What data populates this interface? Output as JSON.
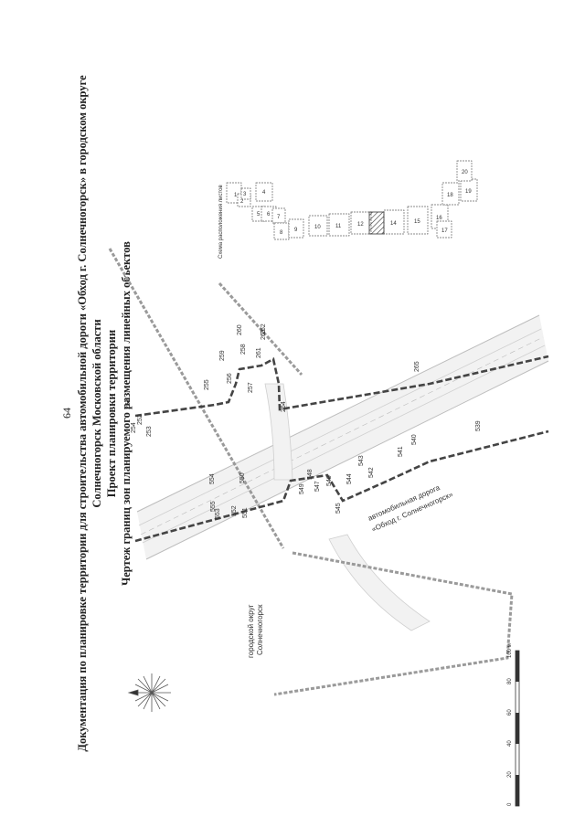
{
  "page_number": "64",
  "title_lines": [
    "Документация по планировке территории для строительства автомобильной дороги «Обход г. Солнечногорск» в городском округе",
    "Солнечногорск Московской области",
    "Проект планировки территории",
    "Чертеж границ зон планируемого размещения линейных объектов"
  ],
  "road_label_line1": "автомобильная дорога",
  "road_label_line2": "«Обход г. Солнечногорск»",
  "area_label_line1": "городской округ",
  "area_label_line2": "Солнечногорск",
  "scale_labels": [
    "0",
    "20",
    "40",
    "60",
    "80",
    "100 м"
  ],
  "sheet_scheme": {
    "title": "Схема расположения листов",
    "sheets": [
      "1",
      "2",
      "3",
      "4",
      "5",
      "6",
      "7",
      "8",
      "9",
      "10",
      "11",
      "12",
      "13",
      "14",
      "15",
      "16",
      "17",
      "18",
      "19",
      "20"
    ],
    "current_sheet": "13"
  },
  "boundary_points": [
    "251",
    "252",
    "254",
    "253",
    "256",
    "255",
    "258",
    "259",
    "260",
    "262",
    "261",
    "257",
    "263",
    "264",
    "265",
    "539",
    "540",
    "541",
    "542",
    "543",
    "544",
    "545",
    "546",
    "547",
    "548",
    "549",
    "550",
    "551",
    "552",
    "553",
    "554",
    "555"
  ],
  "colors": {
    "boundary": "#333333",
    "planning_boundary": "#9a9a9a",
    "road": "#bdbdbd"
  }
}
